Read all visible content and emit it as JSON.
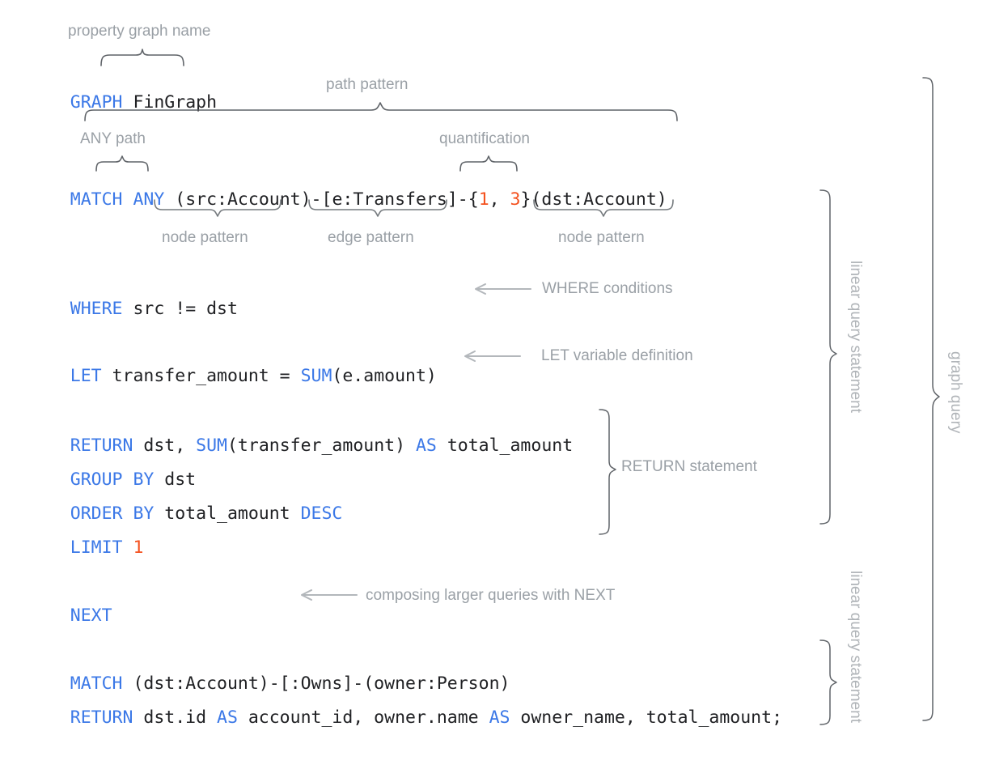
{
  "diagram": {
    "title": "GQL graph query annotated structure",
    "colors": {
      "keyword": "#3b78e7",
      "plain": "#202124",
      "number": "#f4511e",
      "annotation": "#9aa0a6",
      "brace": "#5f6368",
      "arrow": "#b3b7bb",
      "background": "#ffffff"
    }
  },
  "code": {
    "line_graph": {
      "keyword": "GRAPH",
      "space": " ",
      "name": "FinGraph"
    },
    "line_match": {
      "keyword": "MATCH",
      "any": "ANY",
      "src_node": "(src:Account)",
      "dash1": "-",
      "edge": "[e:Transfers]",
      "dash2": "-",
      "quant_open": "{",
      "quant_lo": "1",
      "quant_sep": ", ",
      "quant_hi": "3",
      "quant_close": "}",
      "dst_node": "(dst:Account)"
    },
    "line_where": {
      "keyword": "WHERE",
      "expr": "src != dst"
    },
    "line_let": {
      "keyword": "LET",
      "lhs": "transfer_amount = ",
      "fn": "SUM",
      "args": "(e.amount)"
    },
    "line_return1": {
      "keyword": "RETURN",
      "cols_a": "dst, ",
      "fn": "SUM",
      "args": "(transfer_amount) ",
      "as": "AS",
      "alias": " total_amount"
    },
    "line_group": {
      "keyword": "GROUP BY",
      "expr": "dst"
    },
    "line_order": {
      "keyword": "ORDER BY",
      "expr": "total_amount ",
      "dir": "DESC"
    },
    "line_limit": {
      "keyword": "LIMIT",
      "value": "1"
    },
    "line_next": {
      "keyword": "NEXT"
    },
    "line_match2": {
      "keyword": "MATCH",
      "pattern": "(dst:Account)-[:Owns]-(owner:Person)"
    },
    "line_return2": {
      "keyword": "RETURN",
      "c1": "dst.id ",
      "as1": "AS",
      "c2": " account_id, owner.name ",
      "as2": "AS",
      "c3": " owner_name, total_amount;"
    }
  },
  "annotations": {
    "property_graph_name": "property graph name",
    "path_pattern": "path pattern",
    "any_path": "ANY path",
    "quantification": "quantification",
    "node_pattern_left": "node pattern",
    "edge_pattern": "edge pattern",
    "node_pattern_right": "node pattern",
    "where_conditions": "WHERE conditions",
    "let_variable_definition": "LET variable definition",
    "return_statement": "RETURN statement",
    "composing_next": "composing larger queries with NEXT",
    "linear_query_statement_1": "linear query statement",
    "linear_query_statement_2": "linear query statement",
    "graph_query": "graph query"
  },
  "icons": {
    "arrow_left": "left-arrow-icon",
    "brace_down": "curly-brace-down-icon",
    "brace_up": "curly-brace-up-icon",
    "brace_right": "curly-brace-right-icon"
  }
}
